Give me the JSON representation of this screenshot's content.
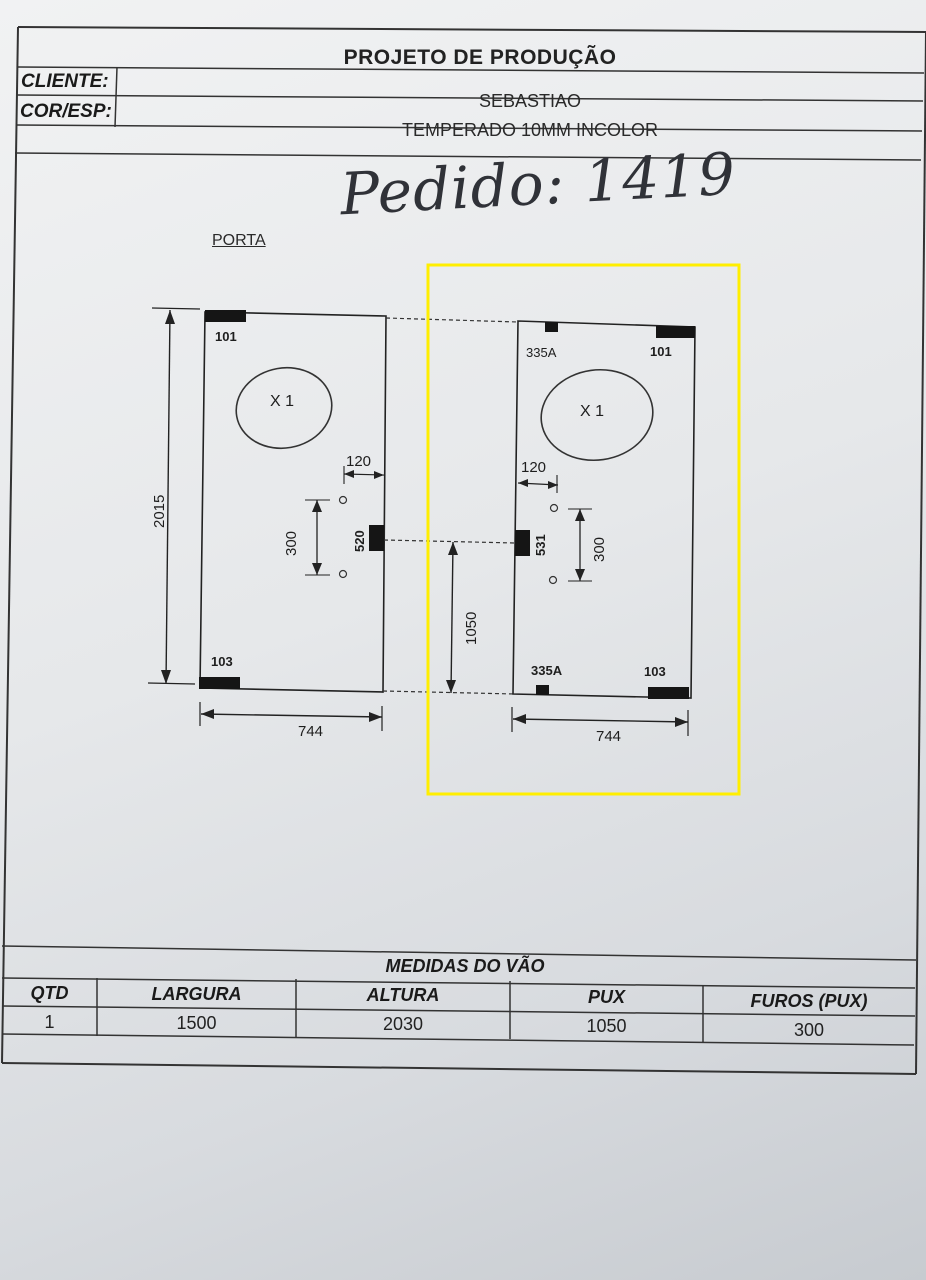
{
  "header": {
    "title": "PROJETO DE PRODUÇÃO",
    "cliente_label": "CLIENTE:",
    "cliente_value": "SEBASTIAO",
    "cor_label": "COR/ESP:",
    "cor_value": "TEMPERADO 10MM INCOLOR"
  },
  "handwritten_note": "Pedido: 1419",
  "drawing_label": "PORTA",
  "left_door": {
    "height": "2015",
    "width": "744",
    "top_fitting": "101",
    "bottom_fitting": "103",
    "quantity": "X 1",
    "handle_offset": "120",
    "hole_spacing": "300",
    "handle_fitting": "520",
    "handle_height": "1050"
  },
  "right_door": {
    "top_left_fitting": "335A",
    "top_right_fitting": "101",
    "bottom_left_fitting": "335A",
    "bottom_right_fitting": "103",
    "quantity": "X 1",
    "handle_offset": "120",
    "hole_spacing": "300",
    "handle_fitting": "531",
    "width": "744"
  },
  "footer": {
    "title": "MEDIDAS DO VÃO",
    "columns": [
      "QTD",
      "LARGURA",
      "ALTURA",
      "PUX",
      "FUROS (PUX)"
    ],
    "row": [
      "1",
      "1500",
      "2030",
      "1050",
      "300"
    ]
  },
  "colors": {
    "ink": "#1e1e1e",
    "highlight": "#ffee00"
  }
}
